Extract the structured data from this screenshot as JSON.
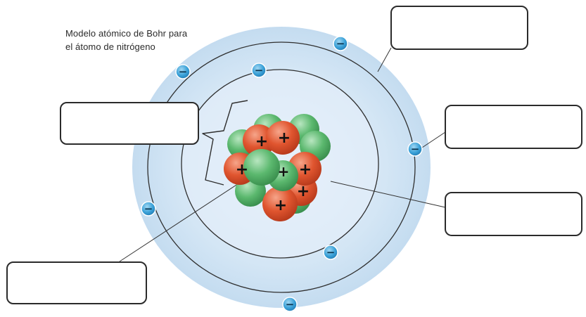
{
  "title": {
    "line1": "Modelo atómico de Bohr para",
    "line2": "el átomo de nitrógeno"
  },
  "symbols": {
    "electron": "−",
    "proton": "+"
  },
  "colors": {
    "outer_shell": "#cfe3f3",
    "inner_shell": "#dbeaf7",
    "orbit_line": "#2f2f2f",
    "electron": "#3aa1d8",
    "proton": "#e0552f",
    "neutron": "#5bb86e",
    "label_box_border": "#2b2b2b"
  },
  "label_boxes": [
    {
      "name": "box-top-right",
      "text": ""
    },
    {
      "name": "box-left-mid",
      "text": ""
    },
    {
      "name": "box-right-mid",
      "text": ""
    },
    {
      "name": "box-right-low",
      "text": ""
    },
    {
      "name": "box-bottom-left",
      "text": ""
    }
  ]
}
